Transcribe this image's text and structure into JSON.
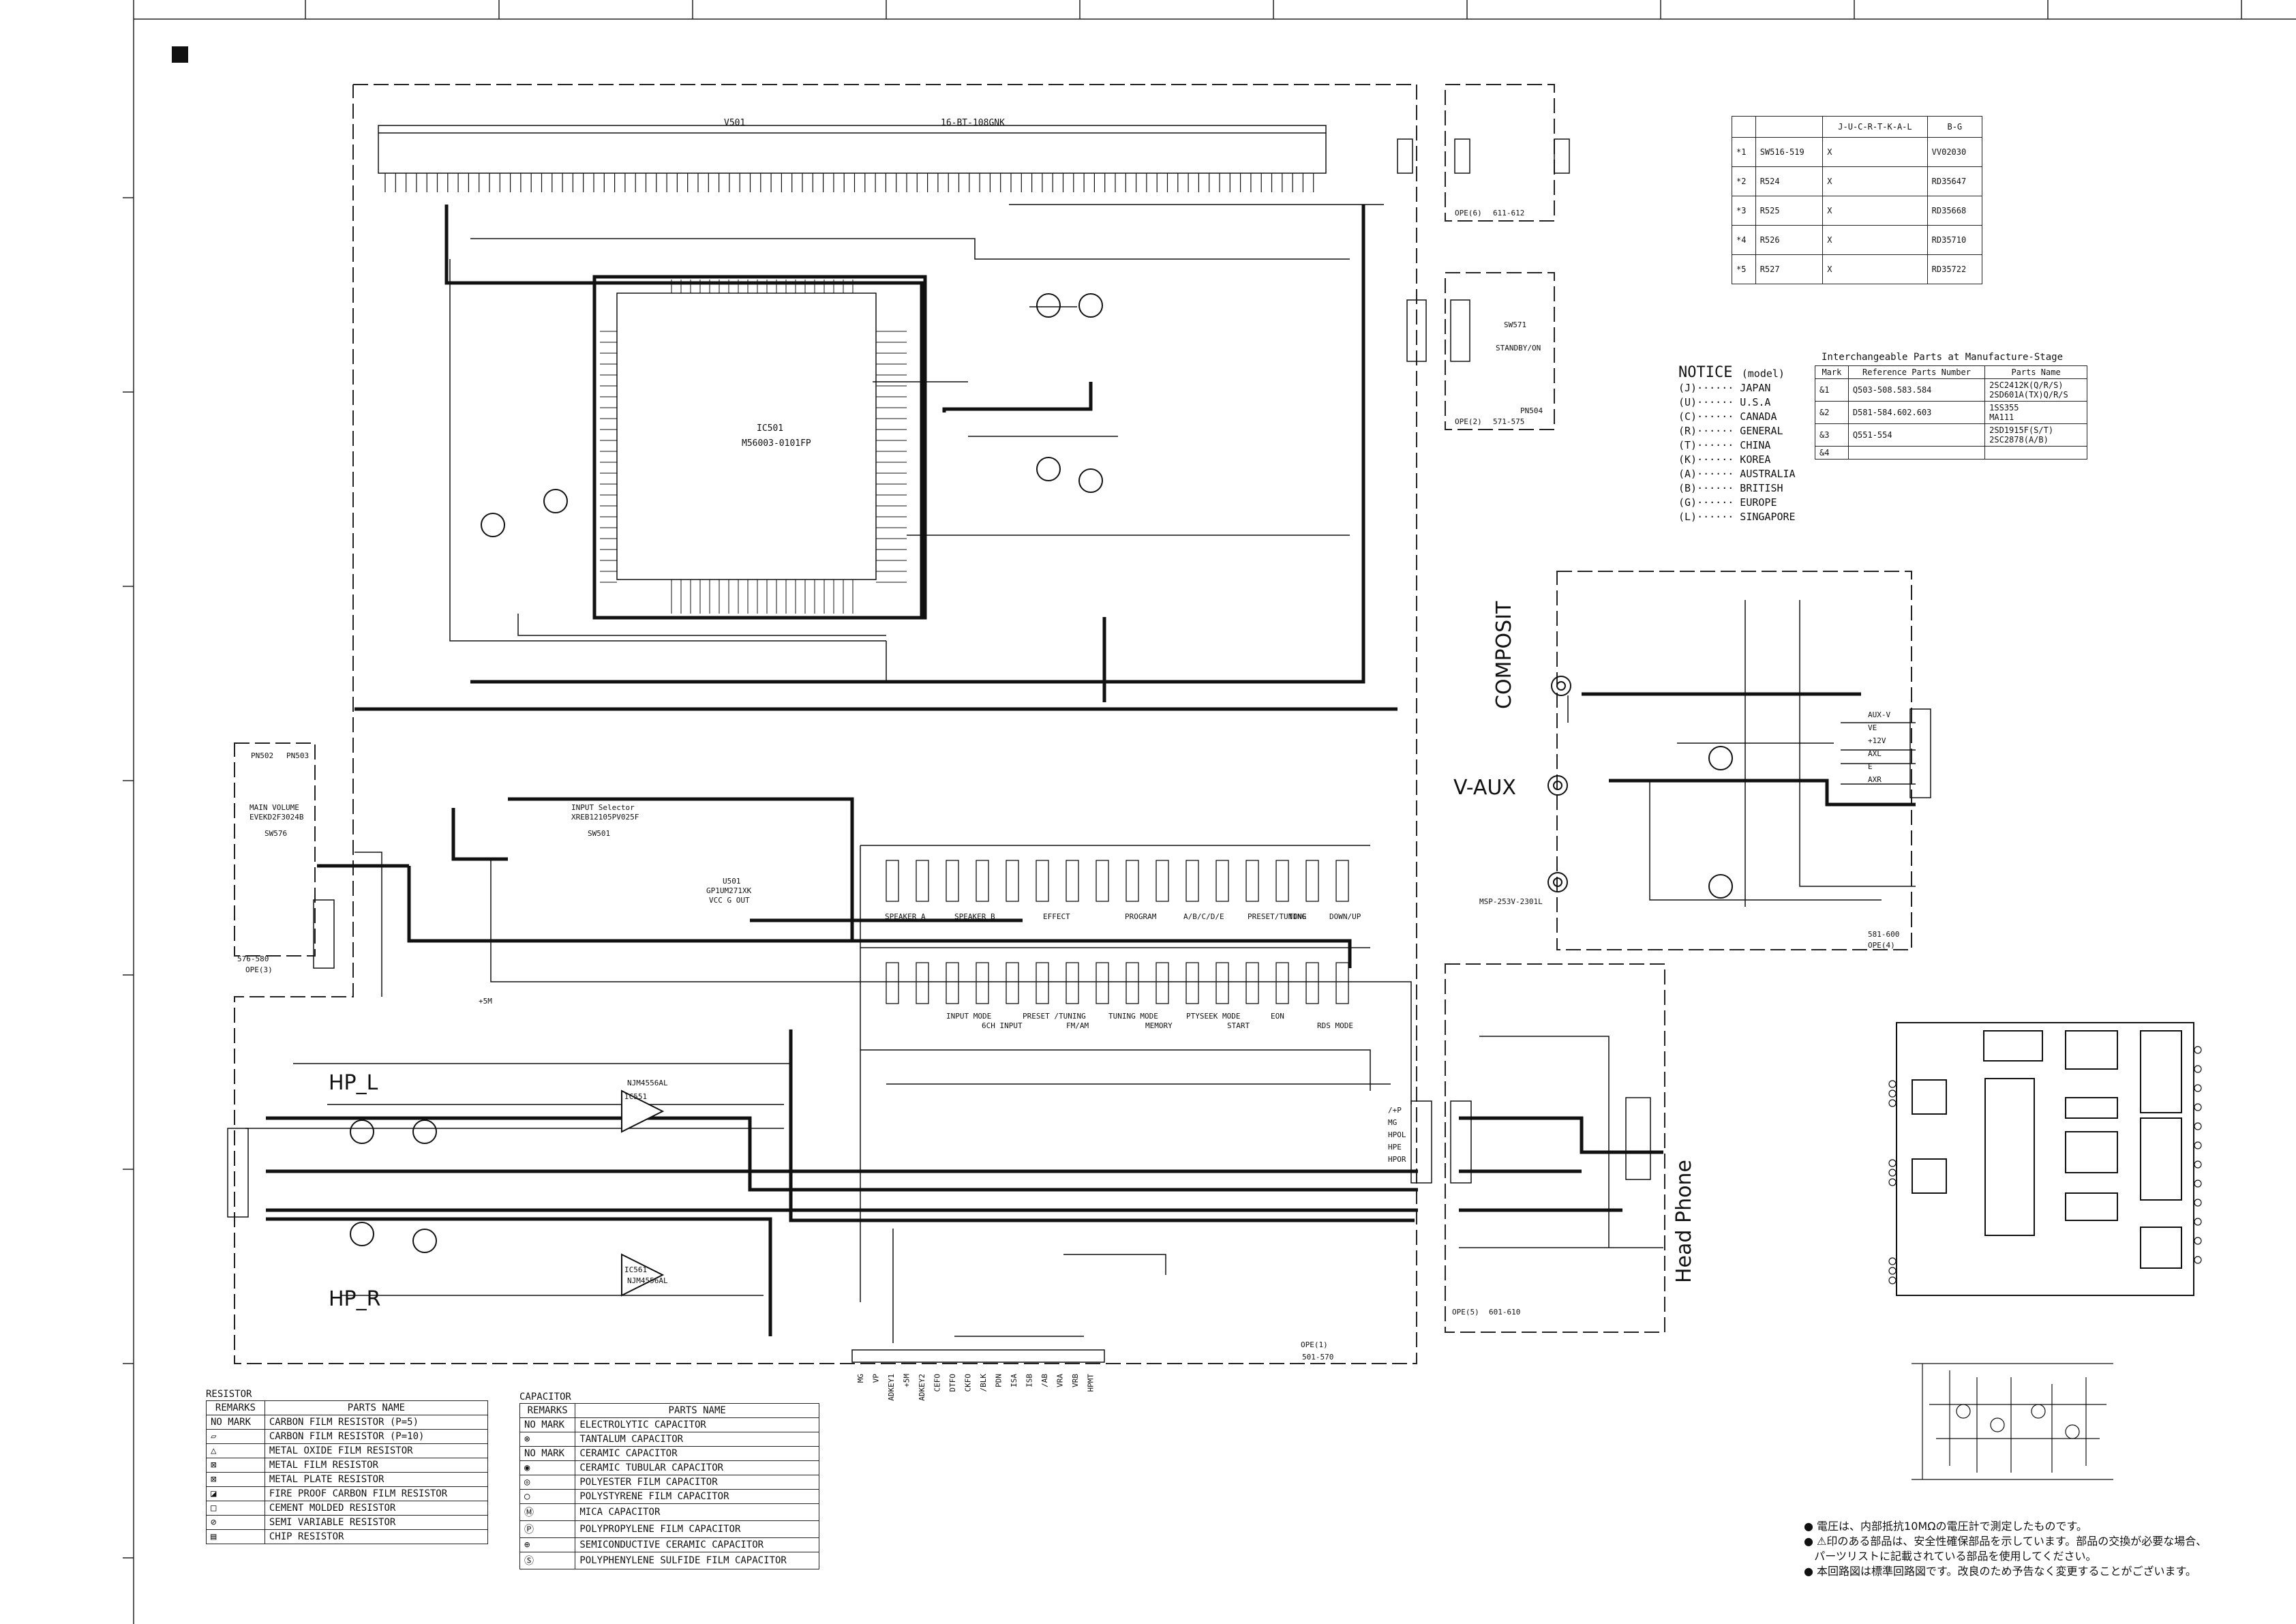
{
  "ic": {
    "vfd": "V501",
    "vfd_part": "16-BT-108GNK",
    "mcu": "IC501",
    "mcu_part": "M56003-0101FP",
    "op_amp": "NJM4556AL",
    "ic551": "IC551",
    "ic561": "IC561"
  },
  "boards": {
    "main": "OPE(1)",
    "main_range": "501-570",
    "aux": "OPE(4)",
    "aux_range": "581-600",
    "hp": "OPE(5)",
    "hp_range": "601-610",
    "vol": "OPE(3)",
    "vol_range": "576-580",
    "ope2": "OPE(2)",
    "ope2_range": "571-575",
    "ope6": "OPE(6)",
    "ope6_range": "611-612"
  },
  "labels": {
    "hp_l": "HP_L",
    "hp_r": "HP_R",
    "composite": "COMPOSIT",
    "v_aux": "V-AUX",
    "headphone": "Head Phone",
    "main_volume": "MAIN VOLUME",
    "main_volume_part": "EVEKD2F3024B",
    "input_selector": "INPUT Selector",
    "input_selector_part": "XREB12105PV025F",
    "sw576": "SW576",
    "sw501": "SW501",
    "pn502": "PN502",
    "pn503": "PN503",
    "pn504": "PN504",
    "standby": "STANDBY/ON",
    "sw571": "SW571",
    "u501": "U501",
    "u501_part": "GP1UM271XK",
    "jack_part": "MSP-253V-2301L",
    "vcc_out": "VCC G OUT",
    "plus5m": "+5M"
  },
  "switch_labels": [
    "SPEAKER A",
    "SPEAKER B",
    "EFFECT",
    "PROGRAM",
    "A/B/C/D/E",
    "PRESET/TUNING",
    "TONE",
    "DOWN/UP"
  ],
  "switch_labels_2": [
    "INPUT MODE",
    "6CH INPUT",
    "PRESET /TUNING",
    "FM/AM",
    "TUNING MODE",
    "MEMORY",
    "PTYSEEK MODE",
    "START",
    "EON",
    "RDS MODE"
  ],
  "aux_pins": [
    "AUX-V",
    "VE",
    "+12V",
    "AXL",
    "E",
    "AXR"
  ],
  "hp_pins": [
    "/+P",
    "MG",
    "HPOL",
    "HPE",
    "HPOR"
  ],
  "bottom_pins": [
    "MG",
    "VP",
    "ADKEY1",
    "+5M",
    "ADKEY2",
    "CEFO",
    "DTFO",
    "CKFO",
    "/BLK",
    "PDN",
    "ISA",
    "ISB",
    "/AB",
    "VRA",
    "VRB",
    "HPMT"
  ],
  "parts_table": {
    "head": [
      "",
      "J-U-C-R-T-K-A-L",
      "B-G"
    ],
    "rows": [
      [
        "*1",
        "SW516-519",
        "X",
        "VV02030"
      ],
      [
        "*2",
        "R524",
        "X",
        "RD35647"
      ],
      [
        "*3",
        "R525",
        "X",
        "RD35668"
      ],
      [
        "*4",
        "R526",
        "X",
        "RD35710"
      ],
      [
        "*5",
        "R527",
        "X",
        "RD35722"
      ]
    ]
  },
  "notice": {
    "title": "NOTICE",
    "subtitle": "(model)",
    "items": [
      "(J)······ JAPAN",
      "(U)······ U.S.A",
      "(C)······ CANADA",
      "(R)······ GENERAL",
      "(T)······ CHINA",
      "(K)······ KOREA",
      "(A)······ AUSTRALIA",
      "(B)······ BRITISH",
      "(G)······ EUROPE",
      "(L)······ SINGAPORE"
    ]
  },
  "interchange": {
    "caption": "Interchangeable Parts at Manufacture-Stage",
    "head": [
      "Mark",
      "Reference Parts Number",
      "Parts Name"
    ],
    "rows": [
      [
        "&1",
        "Q503-508.583.584",
        "2SC2412K(Q/R/S)\n2SD601A(TX)Q/R/S"
      ],
      [
        "&2",
        "D581-584.602.603",
        "1SS355\nMA111"
      ],
      [
        "&3",
        "Q551-554",
        "2SD1915F(S/T)\n2SC2878(A/B)"
      ],
      [
        "&4",
        "",
        ""
      ]
    ]
  },
  "resistor": {
    "title": "RESISTOR",
    "head": [
      "REMARKS",
      "PARTS NAME"
    ],
    "rows": [
      [
        "NO MARK",
        "CARBON FILM RESISTOR  (P=5)"
      ],
      [
        "▱",
        "CARBON FILM RESISTOR  (P=10)"
      ],
      [
        "△",
        "METAL OXIDE FILM RESISTOR"
      ],
      [
        "⊠",
        "METAL FILM RESISTOR"
      ],
      [
        "⊠",
        "METAL PLATE RESISTOR"
      ],
      [
        "◪",
        "FIRE PROOF CARBON FILM RESISTOR"
      ],
      [
        "□",
        "CEMENT MOLDED RESISTOR"
      ],
      [
        "⊘",
        "SEMI VARIABLE RESISTOR"
      ],
      [
        "▤",
        "CHIP RESISTOR"
      ]
    ]
  },
  "capacitor": {
    "title": "CAPACITOR",
    "head": [
      "REMARKS",
      "PARTS NAME"
    ],
    "rows": [
      [
        "NO MARK",
        "ELECTROLYTIC CAPACITOR"
      ],
      [
        "⊗",
        "TANTALUM CAPACITOR"
      ],
      [
        "NO MARK",
        "CERAMIC CAPACITOR"
      ],
      [
        "◉",
        "CERAMIC TUBULAR CAPACITOR"
      ],
      [
        "◎",
        "POLYESTER FILM CAPACITOR"
      ],
      [
        "○",
        "POLYSTYRENE FILM CAPACITOR"
      ],
      [
        "Ⓜ",
        "MICA CAPACITOR"
      ],
      [
        "Ⓟ",
        "POLYPROPYLENE FILM CAPACITOR"
      ],
      [
        "⊕",
        "SEMICONDUCTIVE CERAMIC CAPACITOR"
      ],
      [
        "Ⓢ",
        "POLYPHENYLENE SULFIDE FILM CAPACITOR"
      ]
    ]
  },
  "notes": [
    "● 電圧は、内部抵抗10MΩの電圧計で測定したものです。",
    "● ⚠印のある部品は、安全性確保部品を示しています。部品の交換が必要な場合、",
    "   パーツリストに記載されている部品を使用してください。",
    "● 本回路図は標準回路図です。改良のため予告なく変更することがございます。"
  ]
}
